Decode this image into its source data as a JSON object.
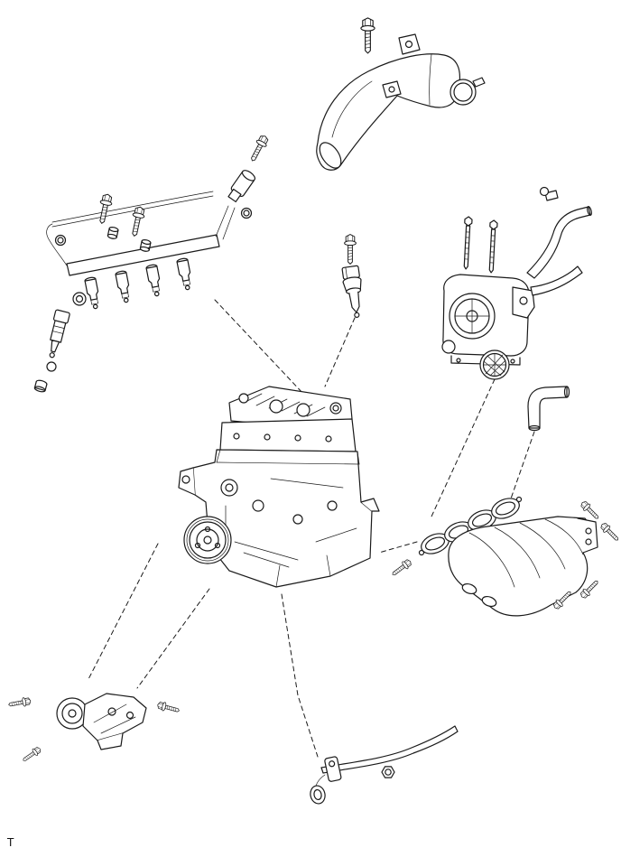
{
  "page": {
    "background": "#ffffff",
    "line_color": "#1a1a1a",
    "footer_label": "T"
  },
  "diagram": {
    "type": "exploded-parts-diagram",
    "parts": [
      "air-inlet-hose",
      "hose-clamp",
      "mounting-bolt",
      "fuel-delivery-pipe",
      "fuel-injector",
      "injector-o-ring",
      "pulsation-damper",
      "camshaft-position-sensor",
      "throttle-body",
      "throttle-stud",
      "water-bypass-hose",
      "throttle-gasket-screen",
      "ventilation-hose",
      "engine-assembly",
      "crankshaft-pulley",
      "intake-manifold",
      "intake-manifold-gasket",
      "manifold-bolt",
      "engine-bracket",
      "bracket-bolt",
      "water-bypass-pipe",
      "pipe-gasket",
      "pipe-nut"
    ]
  }
}
